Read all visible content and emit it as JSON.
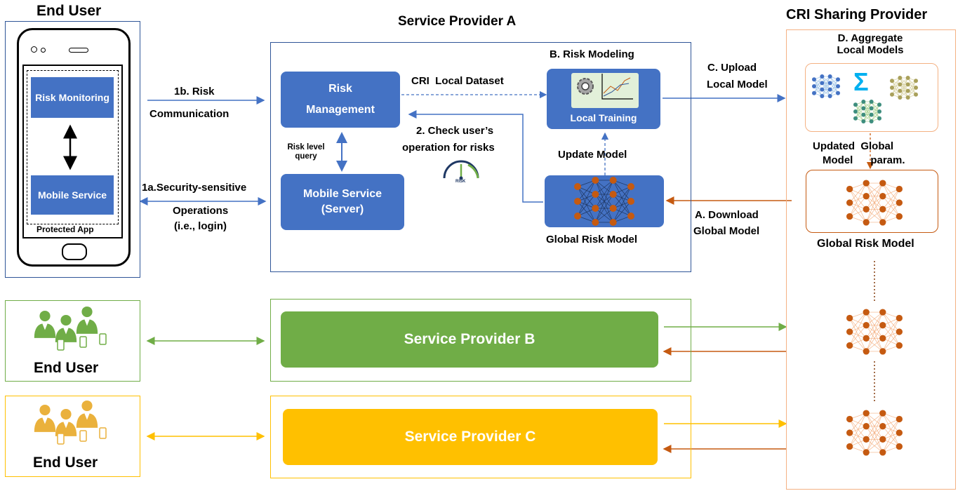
{
  "end_user_top": {
    "title": "End User"
  },
  "phone": {
    "risk_monitoring": "Risk Monitoring",
    "mobile_service": "Mobile Service",
    "protected_app": "Protected App"
  },
  "arrows": {
    "risk_comm_1": "1b. Risk",
    "risk_comm_2": "Communication",
    "ops_1": "1a.Security-sensitive",
    "ops_2": "Operations",
    "ops_3": "(i.e., login)"
  },
  "provider_a": {
    "title": "Service Provider A",
    "risk_management_1": "Risk",
    "risk_management_2": "Management",
    "risk_level_query_1": "Risk level",
    "risk_level_query_2": "query",
    "mobile_service_1": "Mobile Service",
    "mobile_service_2": "(Server)",
    "cri_local_dataset": "CRI  Local Dataset",
    "check_1": "2. Check user’s",
    "check_2": "operation for risks",
    "gauge_label": "RISK",
    "risk_modeling": "B. Risk Modeling",
    "local_training": "Local Training",
    "update_model": "Update Model",
    "global_risk_model": "Global Risk Model"
  },
  "sharing": {
    "upload_1": "C. Upload",
    "upload_2": "Local Model",
    "download_1": "A. Download",
    "download_2": "Global Model"
  },
  "cri_provider": {
    "title": "CRI Sharing Provider",
    "aggregate_1": "D. Aggregate",
    "aggregate_2": "Local Models",
    "sigma": "Σ",
    "updated_1": "Updated  Global",
    "updated_2": "Model      param.",
    "global_risk_model": "Global Risk Model"
  },
  "provider_b": {
    "label": "Service Provider B",
    "end_user": "End User"
  },
  "provider_c": {
    "label": "Service Provider C",
    "end_user": "End User"
  },
  "colors": {
    "blue": "#4472C4",
    "green": "#70AD47",
    "gold": "#FFC000",
    "orange": "#C55A11",
    "border_orange": "#F4B183"
  }
}
